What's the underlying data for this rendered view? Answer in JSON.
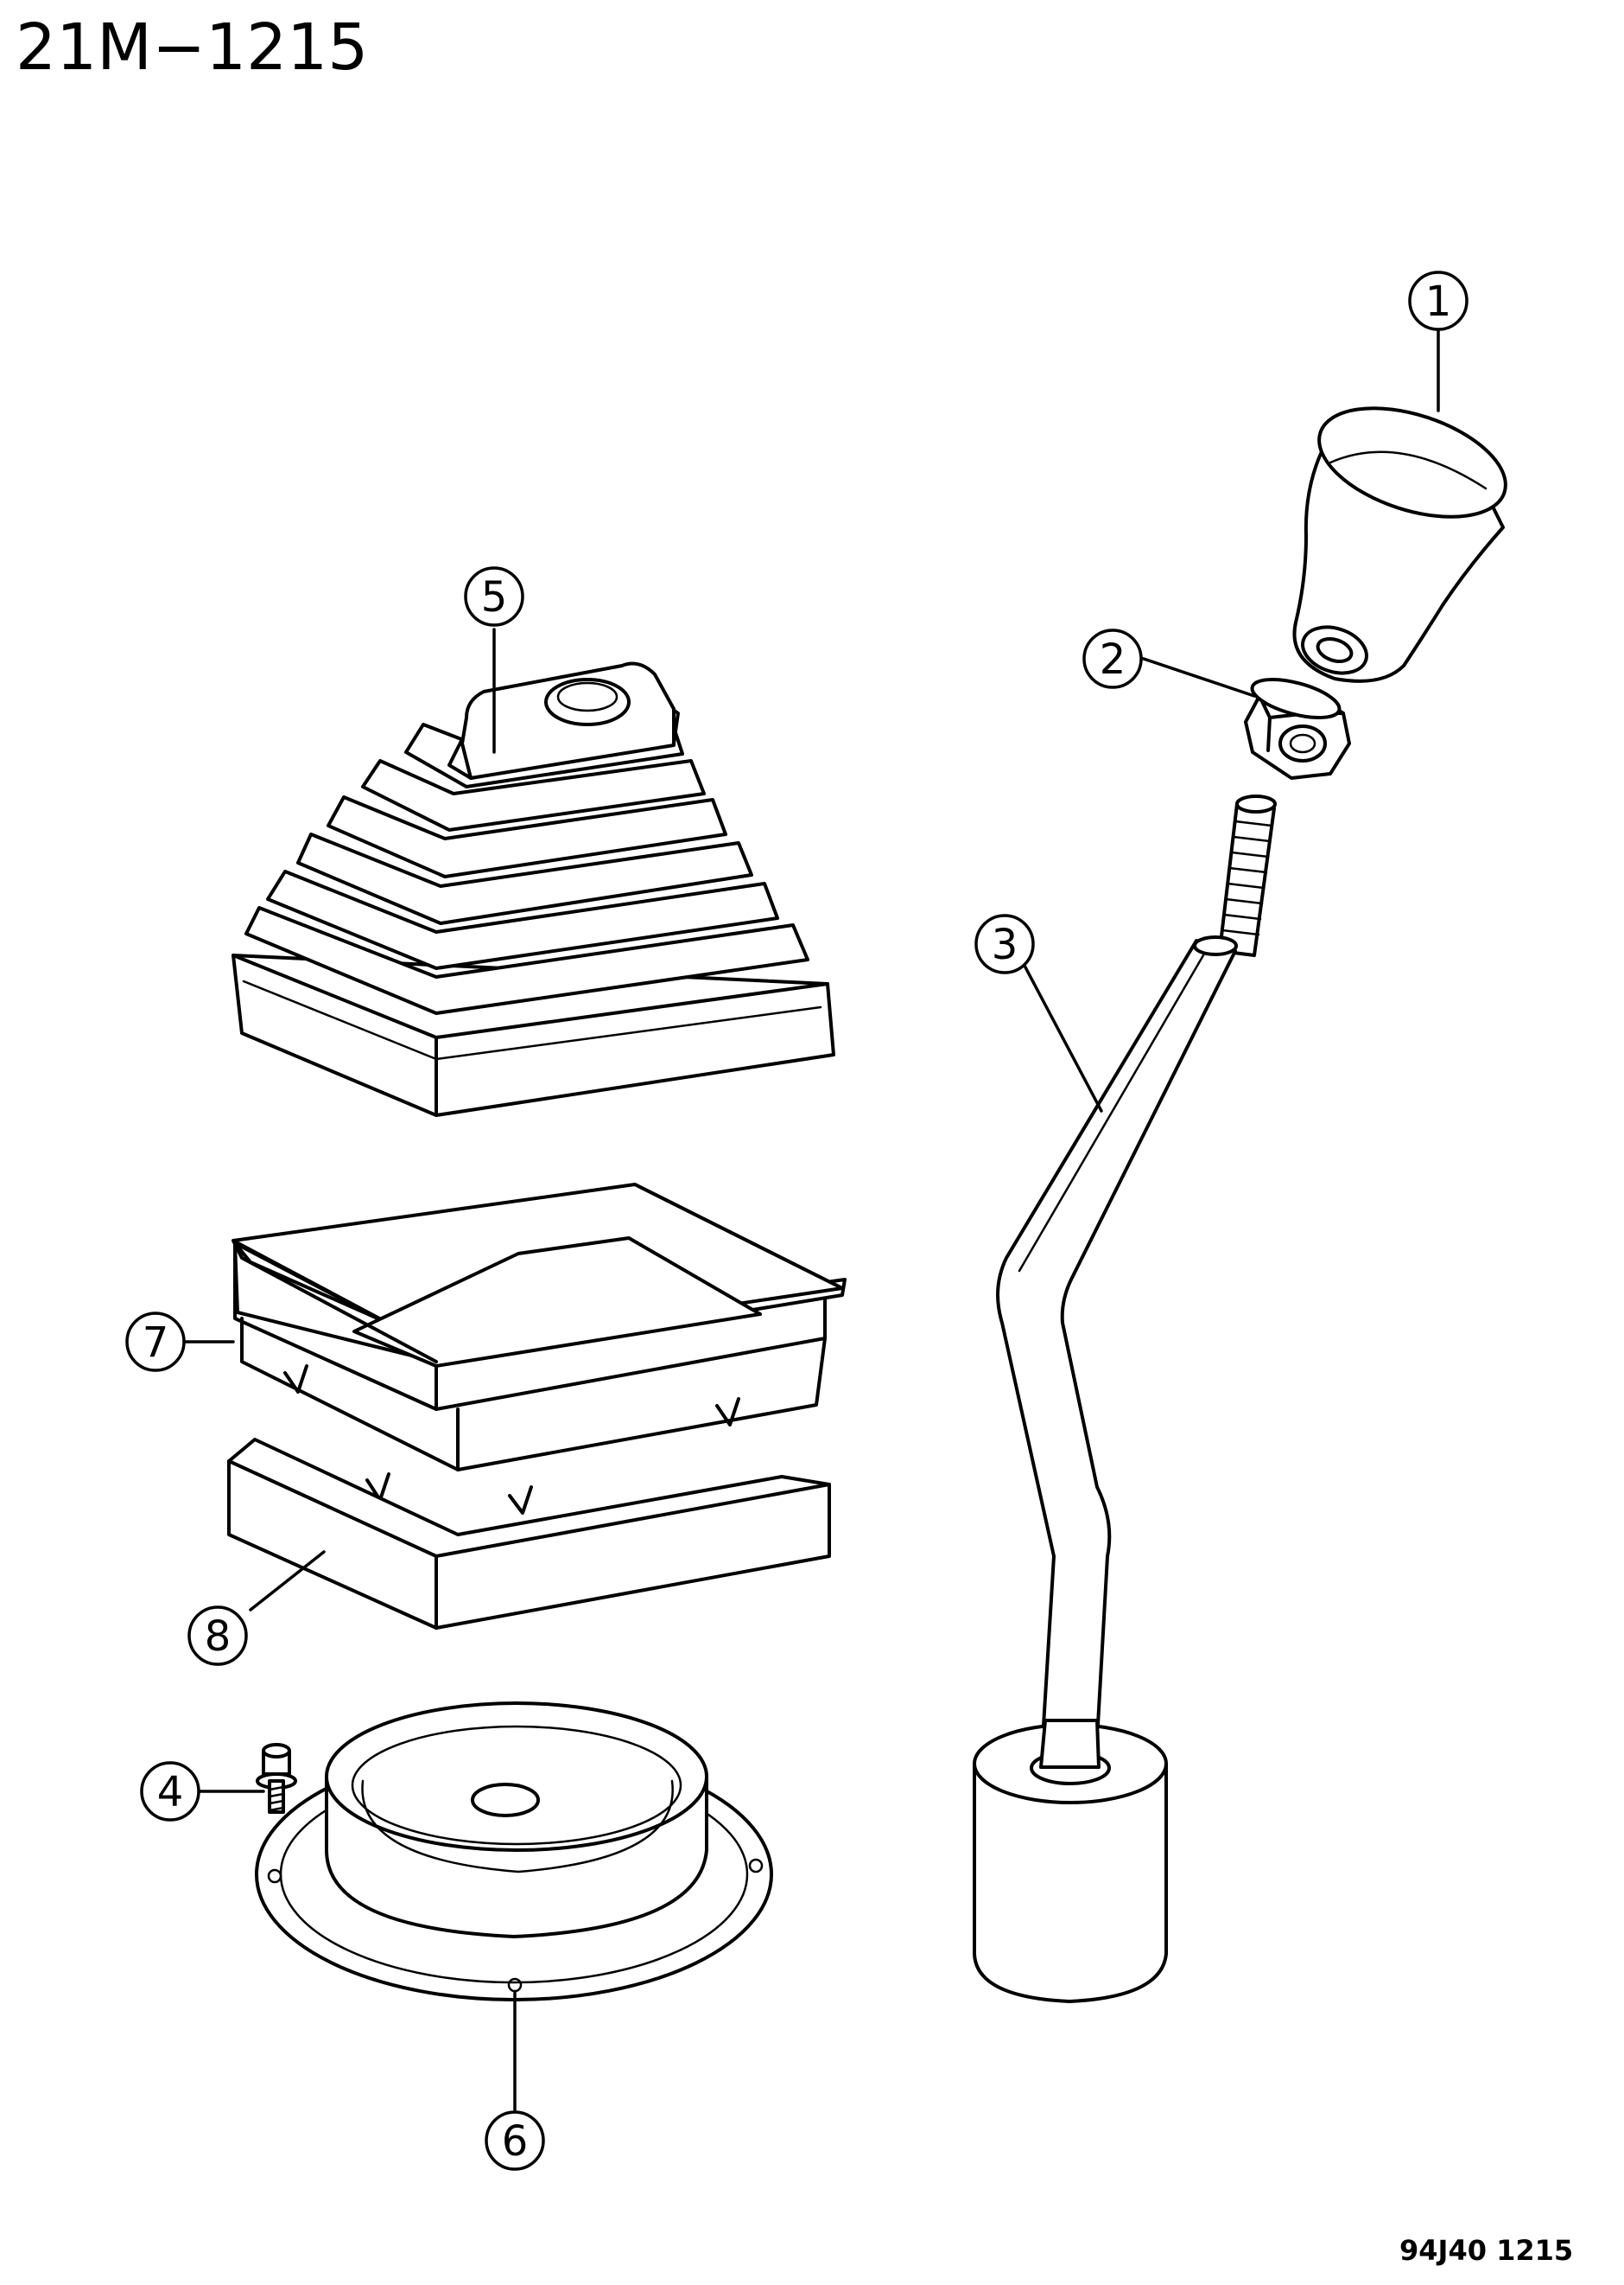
{
  "header": {
    "code": "21M−1215"
  },
  "footer": {
    "code": "94J40  1215"
  },
  "callouts": [
    {
      "id": "knob",
      "number": "1"
    },
    {
      "id": "nut",
      "number": "2"
    },
    {
      "id": "lever",
      "number": "3"
    },
    {
      "id": "bolt",
      "number": "4"
    },
    {
      "id": "boot",
      "number": "5"
    },
    {
      "id": "base-plate",
      "number": "6"
    },
    {
      "id": "retainer",
      "number": "7"
    },
    {
      "id": "pad",
      "number": "8"
    }
  ]
}
